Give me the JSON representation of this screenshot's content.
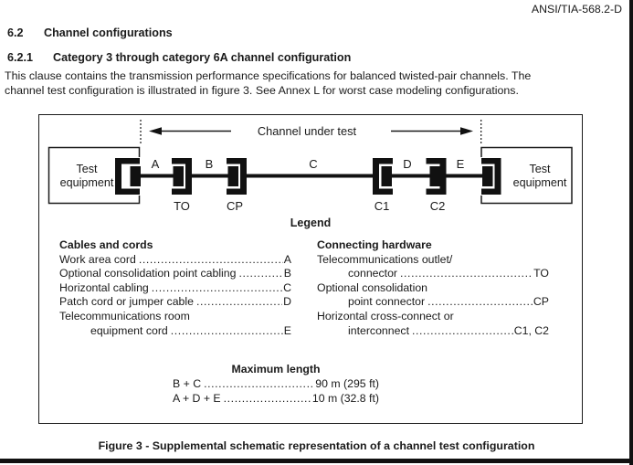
{
  "colors": {
    "ink": "#1a1a1a"
  },
  "page": {
    "doc_ref": "ANSI/TIA-568.2-D"
  },
  "headings": {
    "h62_num": "6.2",
    "h62_title": "Channel configurations",
    "h621_num": "6.2.1",
    "h621_title": "Category 3 through category 6A channel configuration"
  },
  "paragraph": {
    "line1": "This clause contains the transmission performance specifications for balanced twisted-pair channels. The",
    "line2": "channel test configuration is illustrated in figure 3. See Annex L for worst case modeling configurations."
  },
  "figure": {
    "caption": "Figure 3 - Supplemental schematic representation of a channel test configuration",
    "schematic": {
      "channel_label": "Channel under test",
      "equipment_line1": "Test",
      "equipment_line2": "equipment",
      "segments": {
        "a": "A",
        "b": "B",
        "c": "C",
        "d": "D",
        "e": "E"
      },
      "connectors": {
        "to": "TO",
        "cp": "CP",
        "c1": "C1",
        "c2": "C2"
      }
    },
    "legend": {
      "title": "Legend",
      "cables": {
        "heading": "Cables and cords",
        "rows": [
          {
            "label": "Work area cord",
            "value": "A"
          },
          {
            "label": "Optional consolidation point cabling",
            "value": "B"
          },
          {
            "label": "Horizontal cabling",
            "value": "C"
          },
          {
            "label": "Patch cord or jumper cable",
            "value": "D"
          },
          {
            "label": "Telecommunications room",
            "value": ""
          },
          {
            "label": "equipment cord",
            "value": "E"
          }
        ]
      },
      "hardware": {
        "heading": "Connecting hardware",
        "rows": [
          {
            "label": "Telecommunications outlet/",
            "value": ""
          },
          {
            "label": "connector",
            "value": "TO"
          },
          {
            "label": "Optional consolidation",
            "value": ""
          },
          {
            "label": "point connector",
            "value": "CP"
          },
          {
            "label": "Horizontal cross-connect or",
            "value": ""
          },
          {
            "label": "interconnect",
            "value": "C1, C2"
          }
        ]
      }
    },
    "max_length": {
      "title": "Maximum length",
      "rows": [
        {
          "label": "B + C",
          "value": "90 m (295 ft)"
        },
        {
          "label": "A + D + E",
          "value": "10 m (32.8 ft)"
        }
      ]
    }
  }
}
